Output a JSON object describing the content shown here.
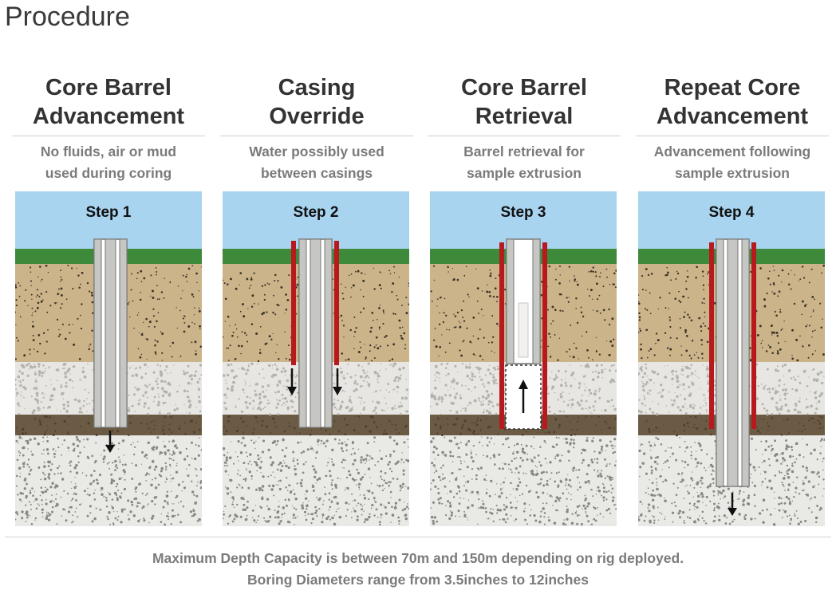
{
  "page_title": "Procedure",
  "steps": [
    {
      "title_line1": "Core Barrel",
      "title_line2": "Advancement",
      "desc_line1": "No fluids, air or mud",
      "desc_line2": "used during coring",
      "label": "Step 1"
    },
    {
      "title_line1": "Casing",
      "title_line2": "Override",
      "desc_line1": "Water possibly used",
      "desc_line2": "between casings",
      "label": "Step 2"
    },
    {
      "title_line1": "Core Barrel",
      "title_line2": "Retrieval",
      "desc_line1": "Barrel retrieval for",
      "desc_line2": "sample extrusion",
      "label": "Step 3"
    },
    {
      "title_line1": "Repeat Core",
      "title_line2": "Advancement",
      "desc_line1": "Advancement following",
      "desc_line2": "sample extrusion",
      "label": "Step 4"
    }
  ],
  "footer": {
    "line1": "Maximum Depth Capacity is between 70m and 150m depending on rig deployed.",
    "line2": "Boring Diameters range from 3.5inches to 12inches"
  },
  "colors": {
    "sky": "#a9d4ef",
    "grass": "#3d8a3a",
    "sandy_soil": "#cbb48a",
    "gravel_layer": "#e8e6e2",
    "clay_band": "#6b5a44",
    "bedrock": "#e9e9e6",
    "casing_red": "#b8191c",
    "barrel_gray": "#c6c6c2"
  }
}
